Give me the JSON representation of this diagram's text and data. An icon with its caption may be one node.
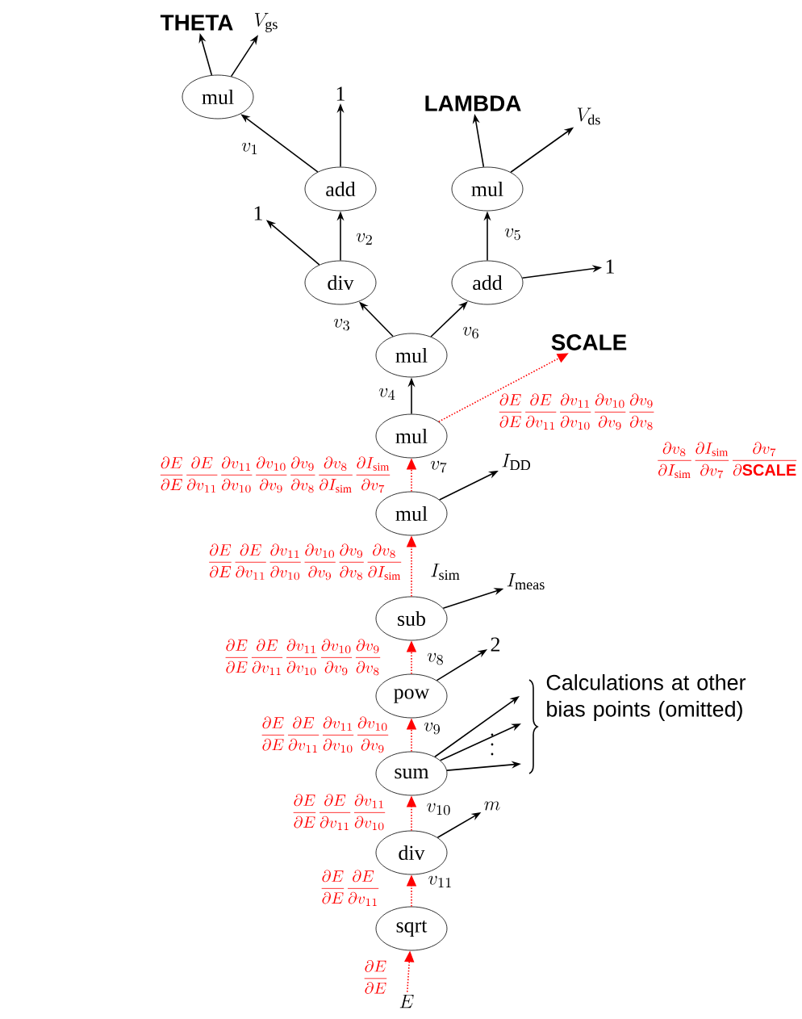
{
  "diagram": {
    "nodes": [
      {
        "text": [
          "mul"
        ]
      },
      {
        "text": [
          "THETA"
        ]
      },
      {
        "text": [
          "V_{\\mathrm{gs}}"
        ]
      },
      {
        "text": [
          "add"
        ]
      },
      {
        "text": [
          "1"
        ]
      },
      {
        "text": [
          "div"
        ]
      },
      {
        "text": [
          "1"
        ]
      },
      {
        "text": [
          "LAMBDA"
        ]
      },
      {
        "text": [
          "mul"
        ]
      },
      {
        "text": [
          "V_{\\mathrm{ds}}"
        ]
      },
      {
        "text": [
          "add"
        ]
      },
      {
        "text": [
          "1"
        ]
      },
      {
        "text": [
          "mul"
        ]
      },
      {
        "text": [
          "mul"
        ]
      },
      {
        "text": [
          "SCALE"
        ]
      },
      {
        "text": [
          "mul"
        ]
      },
      {
        "text": [
          "I_{\\mathrm{DD}}"
        ]
      },
      {
        "text": [
          "sub"
        ]
      },
      {
        "text": [
          "I_{\\mathrm{meas}}"
        ]
      },
      {
        "text": [
          "pow"
        ]
      },
      {
        "text": [
          "2"
        ]
      },
      {
        "text": [
          "sum"
        ]
      },
      {
        "text": [
          "div"
        ]
      },
      {
        "text": [
          "m"
        ]
      },
      {
        "text": [
          "sqrt"
        ]
      },
      {
        "text": [
          "E"
        ]
      }
    ],
    "edges": [
      {
        "from": 3,
        "to": 0,
        "arrow": "to",
        "label": "v_1"
      },
      {
        "from": 0,
        "to": 1,
        "arrow": "to"
      },
      {
        "from": 0,
        "to": 2,
        "arrow": "to"
      },
      {
        "from": 3,
        "to": 4,
        "arrow": "to"
      },
      {
        "from": 5,
        "to": 3,
        "arrow": "to",
        "label": "v_2"
      },
      {
        "from": 5,
        "to": 6,
        "arrow": "to"
      },
      {
        "from": 12,
        "to": 5,
        "arrow": "to",
        "label": "v_3"
      },
      {
        "from": 8,
        "to": 7,
        "arrow": "to"
      },
      {
        "from": 8,
        "to": 9,
        "arrow": "to"
      },
      {
        "from": 10,
        "to": 8,
        "arrow": "to",
        "label": "v_5"
      },
      {
        "from": 10,
        "to": 11,
        "arrow": "to"
      },
      {
        "from": 12,
        "to": 10,
        "arrow": "to",
        "label": "v_6"
      },
      {
        "from": 13,
        "to": 12,
        "arrow": "to",
        "label": "v_4"
      },
      {
        "from": 13,
        "to": 14,
        "arrow": "to",
        "style": "dashed",
        "color": "#ff0000"
      },
      {
        "from": 15,
        "to": 13,
        "arrow": "to",
        "label": "v_7",
        "style": "dashed",
        "color": "#ff0000"
      },
      {
        "from": 15,
        "to": 16,
        "arrow": "to"
      },
      {
        "from": 17,
        "to": 15,
        "arrow": "to",
        "label": "I_{\\mathrm{sim}}",
        "style": "dashed",
        "color": "#ff0000"
      },
      {
        "from": 17,
        "to": 18,
        "arrow": "to"
      },
      {
        "from": 19,
        "to": 17,
        "arrow": "to",
        "label": "v_8",
        "style": "dashed",
        "color": "#ff0000"
      },
      {
        "from": 19,
        "to": 20,
        "arrow": "to"
      },
      {
        "from": 21,
        "to": 19,
        "arrow": "to",
        "label": "v_9",
        "style": "dashed",
        "color": "#ff0000"
      },
      {
        "from": 21,
        "to": null,
        "arrow": "to"
      },
      {
        "from": 21,
        "to": null,
        "arrow": "to"
      },
      {
        "from": 21,
        "to": null,
        "arrow": "to"
      },
      {
        "from": 22,
        "to": 21,
        "arrow": "to",
        "label": "v_{10}",
        "style": "dashed",
        "color": "#ff0000"
      },
      {
        "from": 22,
        "to": 23,
        "arrow": "to"
      },
      {
        "from": 24,
        "to": 22,
        "arrow": "to",
        "label": "v_{11}",
        "style": "dashed",
        "color": "#ff0000"
      },
      {
        "from": 25,
        "to": 24,
        "arrow": "to",
        "style": "dashed",
        "color": "#ff0000"
      }
    ],
    "labels": [
      "\\frac{\\partial E}{\\partial E}\\frac{\\partial E}{\\partial v_{11}}\\frac{\\partial v_{11}}{\\partial v_{10}}\\frac{\\partial v_{10}}{\\partial v_9}\\frac{\\partial v_9}{\\partial v_8}",
      "\\frac{\\partial v_8}{\\partial I_{\\mathrm{sim}}}\\frac{\\partial I_{\\mathrm{sim}}}{\\partial v_7}\\frac{\\partial v_7}{\\partial\\textsf{\\textbf{SCALE}}}",
      "\\frac{\\partial E}{\\partial E}\\frac{\\partial E}{\\partial v_{11}}\\frac{\\partial v_{11}}{\\partial v_{10}}\\frac{\\partial v_{10}}{\\partial v_9}\\frac{\\partial v_9}{\\partial v_8}\\frac{\\partial v_8}{\\partial I_{\\mathrm{sim}}}\\frac{\\partial I_{\\mathrm{sim}}}{\\partial v_7}",
      "\\frac{\\partial E}{\\partial E}\\frac{\\partial E}{\\partial v_{11}}\\frac{\\partial v_{11}}{\\partial v_{10}}\\frac{\\partial v_{10}}{\\partial v_9}\\frac{\\partial v_9}{\\partial v_8}\\frac{\\partial v_8}{\\partial I_{\\mathrm{sim}}}",
      "\\frac{\\partial E}{\\partial E}\\frac{\\partial E}{\\partial v_{11}}\\frac{\\partial v_{11}}{\\partial v_{10}}\\frac{\\partial v_{10}}{\\partial v_9}\\frac{\\partial v_9}{\\partial v_8}",
      "Calculations at other bias points (omitted)",
      "\\frac{\\partial E}{\\partial E}\\frac{\\partial E}{\\partial v_{11}}\\frac{\\partial v_{11}}{\\partial v_{10}}\\frac{\\partial v_{10}}{\\partial v_9}",
      "\\frac{\\partial E}{\\partial E}\\frac{\\partial E}{\\partial v_{11}}\\frac{\\partial v_{11}}{\\partial v_{10}}",
      "\\frac{\\partial E}{\\partial E}\\frac{\\partial E}{\\partial v_{11}}",
      "\\frac{\\partial E}{\\partial E}"
    ]
  }
}
